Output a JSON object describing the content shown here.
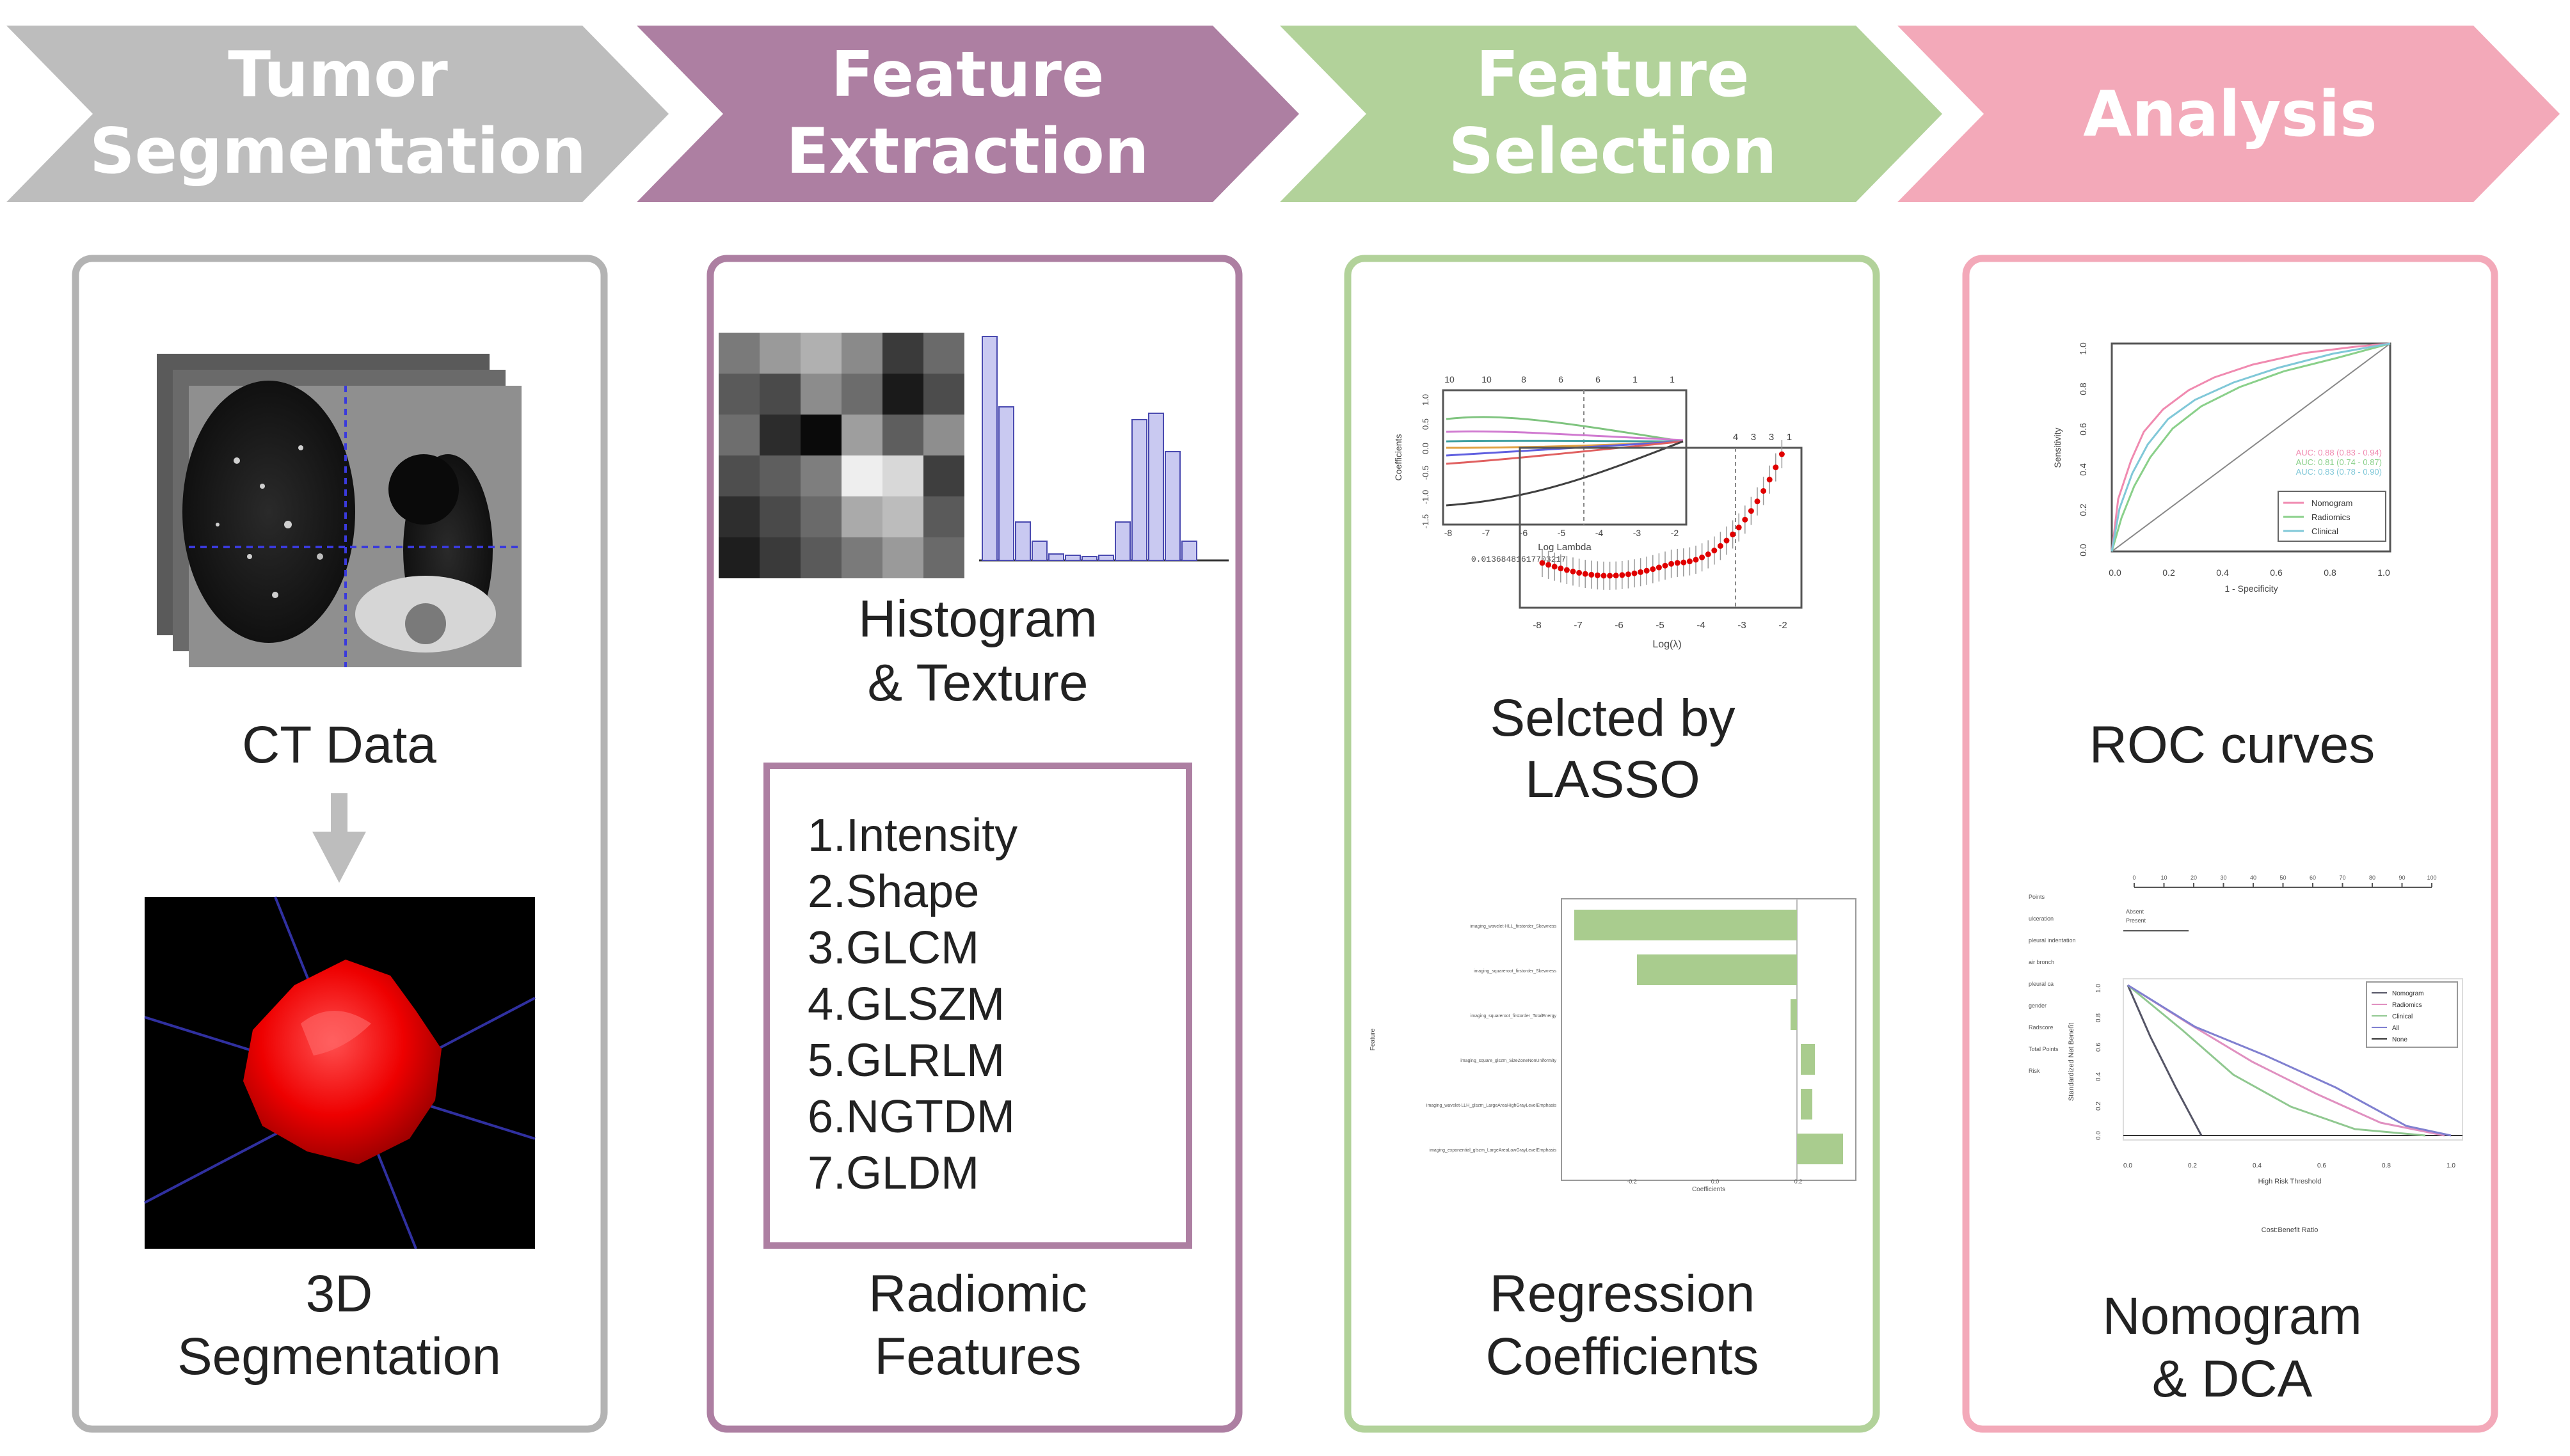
{
  "steps": [
    {
      "line1": "Tumor",
      "line2": "Segmentation"
    },
    {
      "line1": "Feature",
      "line2": "Extraction"
    },
    {
      "line1": "Feature",
      "line2": "Selection"
    },
    {
      "line1": "Analysis",
      "line2": ""
    }
  ],
  "colors": {
    "seg_arrow": "#bdbdbd",
    "seg_border": "#b3b3b3",
    "ext_arrow": "#ad7fa2",
    "ext_border": "#ad7fa2",
    "sel_arrow": "#b2d29a",
    "sel_border": "#b2d29a",
    "ana_arrow": "#f3a9b9",
    "ana_border": "#f3a9b9",
    "bar_green": "#a9cc8e",
    "hist_bar": "#c9c9f1",
    "lasso_red": "#e00000",
    "tumor_red": "#ff1010"
  },
  "panel1": {
    "ct_label": "CT Data",
    "seg_line1": "3D",
    "seg_line2": "Segmentation"
  },
  "panel2": {
    "hist_line1": "Histogram",
    "hist_line2": "& Texture",
    "features": [
      "1.Intensity",
      "2.Shape",
      "3.GLCM",
      "4.GLSZM",
      "5.GLRLM",
      "6.NGTDM",
      "7.GLDM"
    ],
    "rad_line1": "Radiomic",
    "rad_line2": "Features"
  },
  "panel3": {
    "lasso_line1": "Selcted by",
    "lasso_line2": "LASSO",
    "reg_line1": "Regression",
    "reg_line2": "Coefficients",
    "lasso_top_ticks": [
      "10",
      "10",
      "8",
      "6",
      "6",
      "1",
      "1"
    ],
    "lasso_path_x_ticks": [
      "-8",
      "-7",
      "-6",
      "-5",
      "-4",
      "-3",
      "-2"
    ],
    "lasso_path_y_ticks": [
      "1.0",
      "0.5",
      "0.0",
      "-0.5",
      "-1.0",
      "-1.5"
    ],
    "lasso_path_xlabel": "Log Lambda",
    "lasso_path_ylabel": "Coefficients",
    "lasso_lambda_note": "0.01368481617703217",
    "lasso_cv_top_ticks": [
      "4",
      "3",
      "3",
      "1"
    ],
    "lasso_cv_x_ticks": [
      "-8",
      "-7",
      "-6",
      "-5",
      "-4",
      "-3",
      "-2"
    ],
    "lasso_cv_xlabel": "Log(λ)",
    "coef_features": [
      "imaging_wavelet-HLL_firstorder_Skewness",
      "imaging_squareroot_firstorder_Skewness",
      "imaging_squareroot_firstorder_TotalEnergy",
      "imaging_square_glszm_SizeZoneNonUniformity",
      "imaging_wavelet-LLH_glszm_LargeAreaHighGrayLevelEmphasis",
      "imaging_exponential_glszm_LargeAreaLowGrayLevelEmphasis"
    ],
    "coef_xlabel": "Coefficients",
    "coef_ylabel": "Feature",
    "coef_x_ticks": [
      "-0.2",
      "0.0",
      "0.2"
    ]
  },
  "panel4": {
    "roc_label": "ROC curves",
    "nomo_line1": "Nomogram",
    "nomo_line2": "& DCA",
    "roc_auc": [
      "AUC: 0.88 (0.83 - 0.94)",
      "AUC: 0.81 (0.74 - 0.87)",
      "AUC: 0.83 (0.78 - 0.90)"
    ],
    "roc_legend": [
      "Nomogram",
      "Radiomics",
      "Clinical"
    ],
    "roc_x_ticks": [
      "0.0",
      "0.2",
      "0.4",
      "0.6",
      "0.8",
      "1.0"
    ],
    "roc_y_ticks": [
      "1.0",
      "0.8",
      "0.6",
      "0.4",
      "0.2",
      "0.0"
    ],
    "roc_xlabel": "1 - Specificity",
    "roc_ylabel": "Sensitivity",
    "nomo_rows": [
      "Points",
      "ulceration",
      "pleural indentation",
      "air bronch",
      "pleural ca",
      "gender",
      "Radscore",
      "Total Points",
      "Risk"
    ],
    "nomo_point_ticks": [
      "0",
      "10",
      "20",
      "30",
      "40",
      "50",
      "60",
      "70",
      "80",
      "90",
      "100"
    ],
    "nomo_sublabels": [
      "Absent",
      "Present"
    ],
    "dca_legend": [
      "Nomogram",
      "Radiomics",
      "Clinical",
      "All",
      "None"
    ],
    "dca_x_ticks": [
      "0.0",
      "0.2",
      "0.4",
      "0.6",
      "0.8",
      "1.0"
    ],
    "dca_y_ticks": [
      "1.0",
      "0.8",
      "0.6",
      "0.4",
      "0.2",
      "0.0"
    ],
    "dca_xlabel": "High Risk Threshold",
    "dca_ylabel": "Standardized Net Benefit",
    "dca_cost_label": "Cost:Benefit Ratio"
  }
}
